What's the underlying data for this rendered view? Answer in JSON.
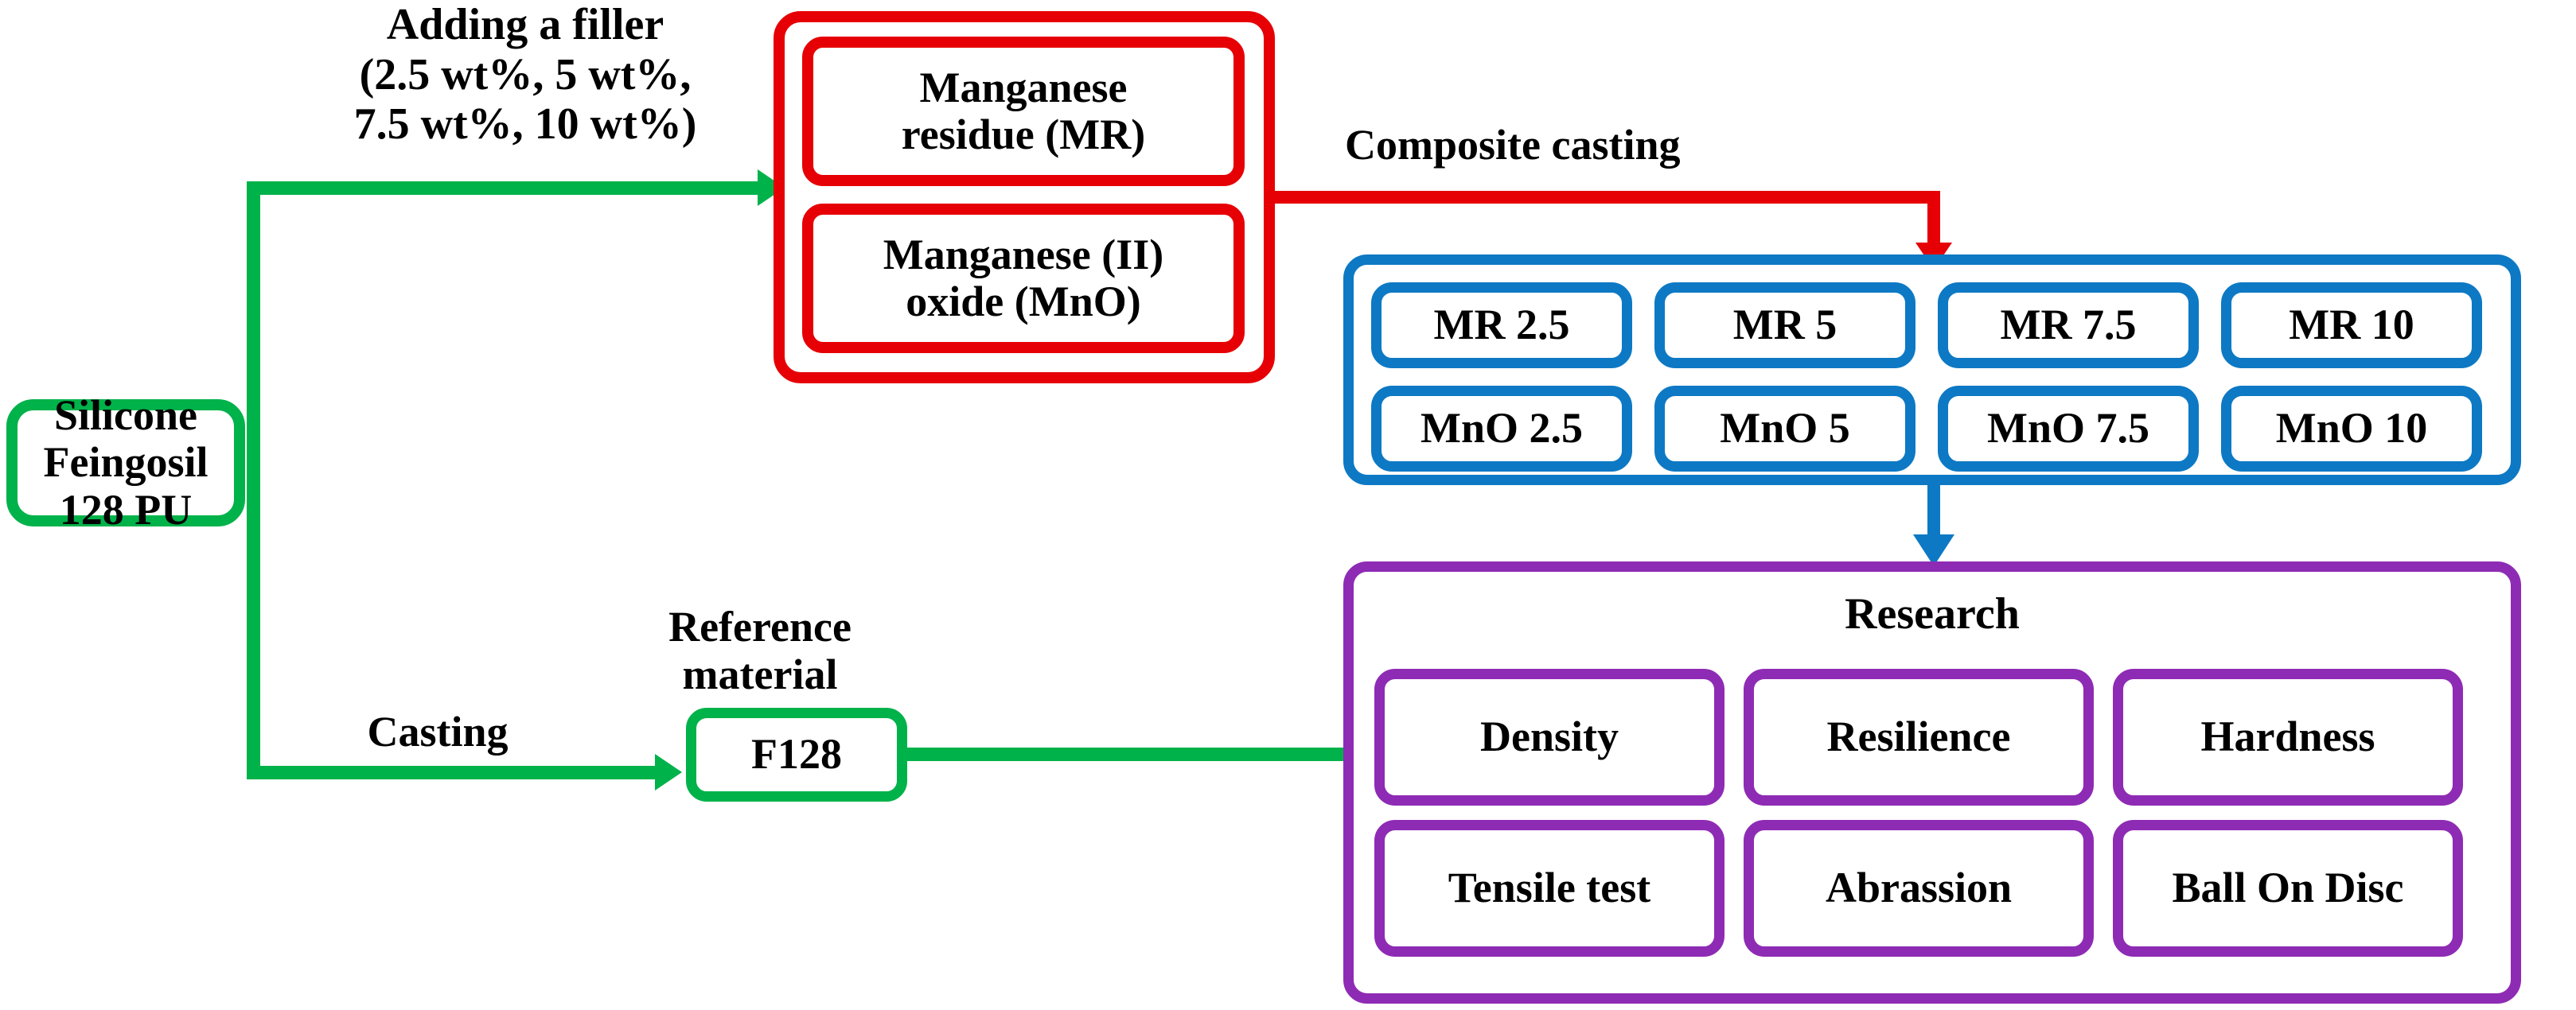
{
  "diagram": {
    "title": "Silicone composite preparation and testing flowchart",
    "colors": {
      "green": "#00B24A",
      "red": "#E60005",
      "blue": "#0D79C4",
      "purple": "#8E2BB4",
      "text": "#000000",
      "background": "#FFFFFF"
    },
    "edge_labels": {
      "adding_filler": "Adding a filler\n(2.5 wt%, 5 wt%,\n7.5 wt%, 10 wt%)",
      "composite_casting": "Composite casting",
      "casting": "Casting",
      "reference_material": "Reference\nmaterial"
    },
    "nodes": {
      "silicone": "Silicone\nFeingosil 128 PU",
      "reference": "F128",
      "fillers": [
        "Manganese\nresidue (MR)",
        "Manganese (II)\noxide (MnO)"
      ],
      "research_title": "Research"
    },
    "composites": {
      "mr_row": [
        "MR 2.5",
        "MR 5",
        "MR 7.5",
        "MR 10"
      ],
      "mno_row": [
        "MnO 2.5",
        "MnO 5",
        "MnO 7.5",
        "MnO 10"
      ]
    },
    "research": {
      "row1": [
        "Density",
        "Resilience",
        "Hardness"
      ],
      "row2": [
        "Tensile test",
        "Abrassion",
        "Ball On Disc"
      ]
    }
  }
}
